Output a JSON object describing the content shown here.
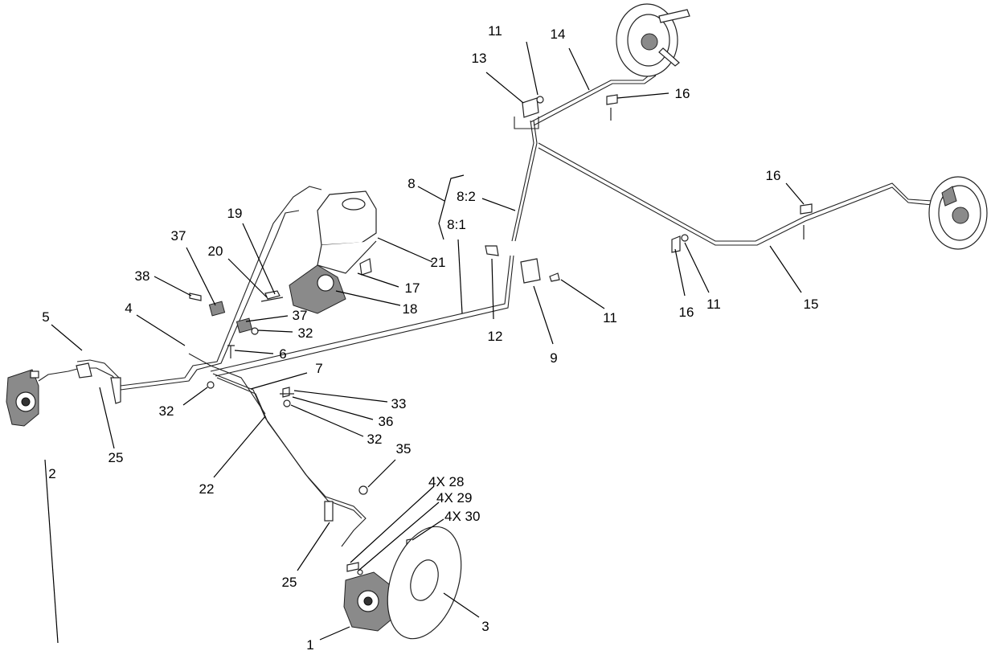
{
  "labels": {
    "l1": "1",
    "l2": "2",
    "l3": "3",
    "l4": "4",
    "l5": "5",
    "l6": "6",
    "l7": "7",
    "l8": "8",
    "l8_1": "8:1",
    "l8_2": "8:2",
    "l9": "9",
    "l11a": "11",
    "l11b": "11",
    "l11c": "11",
    "l12": "12",
    "l13": "13",
    "l14": "14",
    "l15": "15",
    "l16a": "16",
    "l16b": "16",
    "l16c": "16",
    "l17": "17",
    "l18": "18",
    "l19": "19",
    "l20": "20",
    "l21": "21",
    "l22": "22",
    "l25a": "25",
    "l25b": "25",
    "l28": "4X 28",
    "l29": "4X 29",
    "l30": "4X 30",
    "l32a": "32",
    "l32b": "32",
    "l32c": "32",
    "l33": "33",
    "l35": "35",
    "l36": "36",
    "l37a": "37",
    "l37b": "37",
    "l38": "38"
  }
}
